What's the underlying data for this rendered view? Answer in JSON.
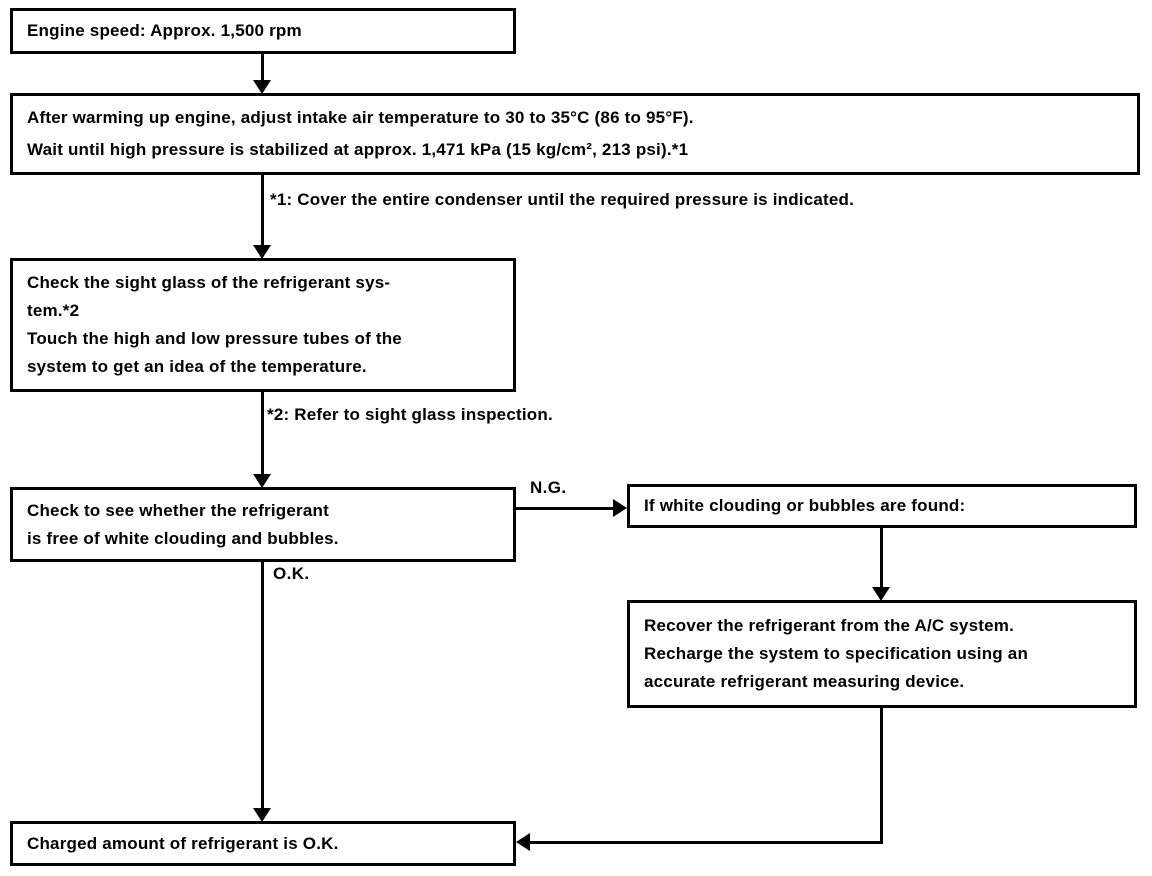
{
  "diagram": {
    "title_semantic": "AC refrigerant charge check flowchart",
    "colors": {
      "background": "#ffffff",
      "line": "#000000",
      "text": "#000000"
    },
    "boxes": {
      "engine_speed": {
        "text": "Engine speed: Approx. 1,500 rpm"
      },
      "warm_up": {
        "text": "After warming up engine, adjust intake air temperature to 30 to 35°C (86 to 95°F).\nWait until high pressure is stabilized at approx. 1,471 kPa (15 kg/cm², 213 psi).*1"
      },
      "sight_glass": {
        "text": "Check the sight glass of the refrigerant sys-\ntem.*2\nTouch the high and low pressure tubes of the\nsystem to get an idea of the temperature."
      },
      "check_clouding": {
        "text": "Check to see whether the refrigerant\nis free of white clouding and bubbles."
      },
      "if_found": {
        "text": "If white clouding or bubbles are found:"
      },
      "recover_recharge": {
        "text": "Recover the refrigerant from the A/C system.\nRecharge the system to specification using an\naccurate refrigerant measuring device."
      },
      "charged_ok": {
        "text": "Charged amount of refrigerant is O.K."
      }
    },
    "notes": {
      "note1": "*1: Cover the entire condenser until the required pressure is indicated.",
      "note2": "*2: Refer to sight glass inspection."
    },
    "edge_labels": {
      "ng": "N.G.",
      "ok": "O.K."
    }
  }
}
